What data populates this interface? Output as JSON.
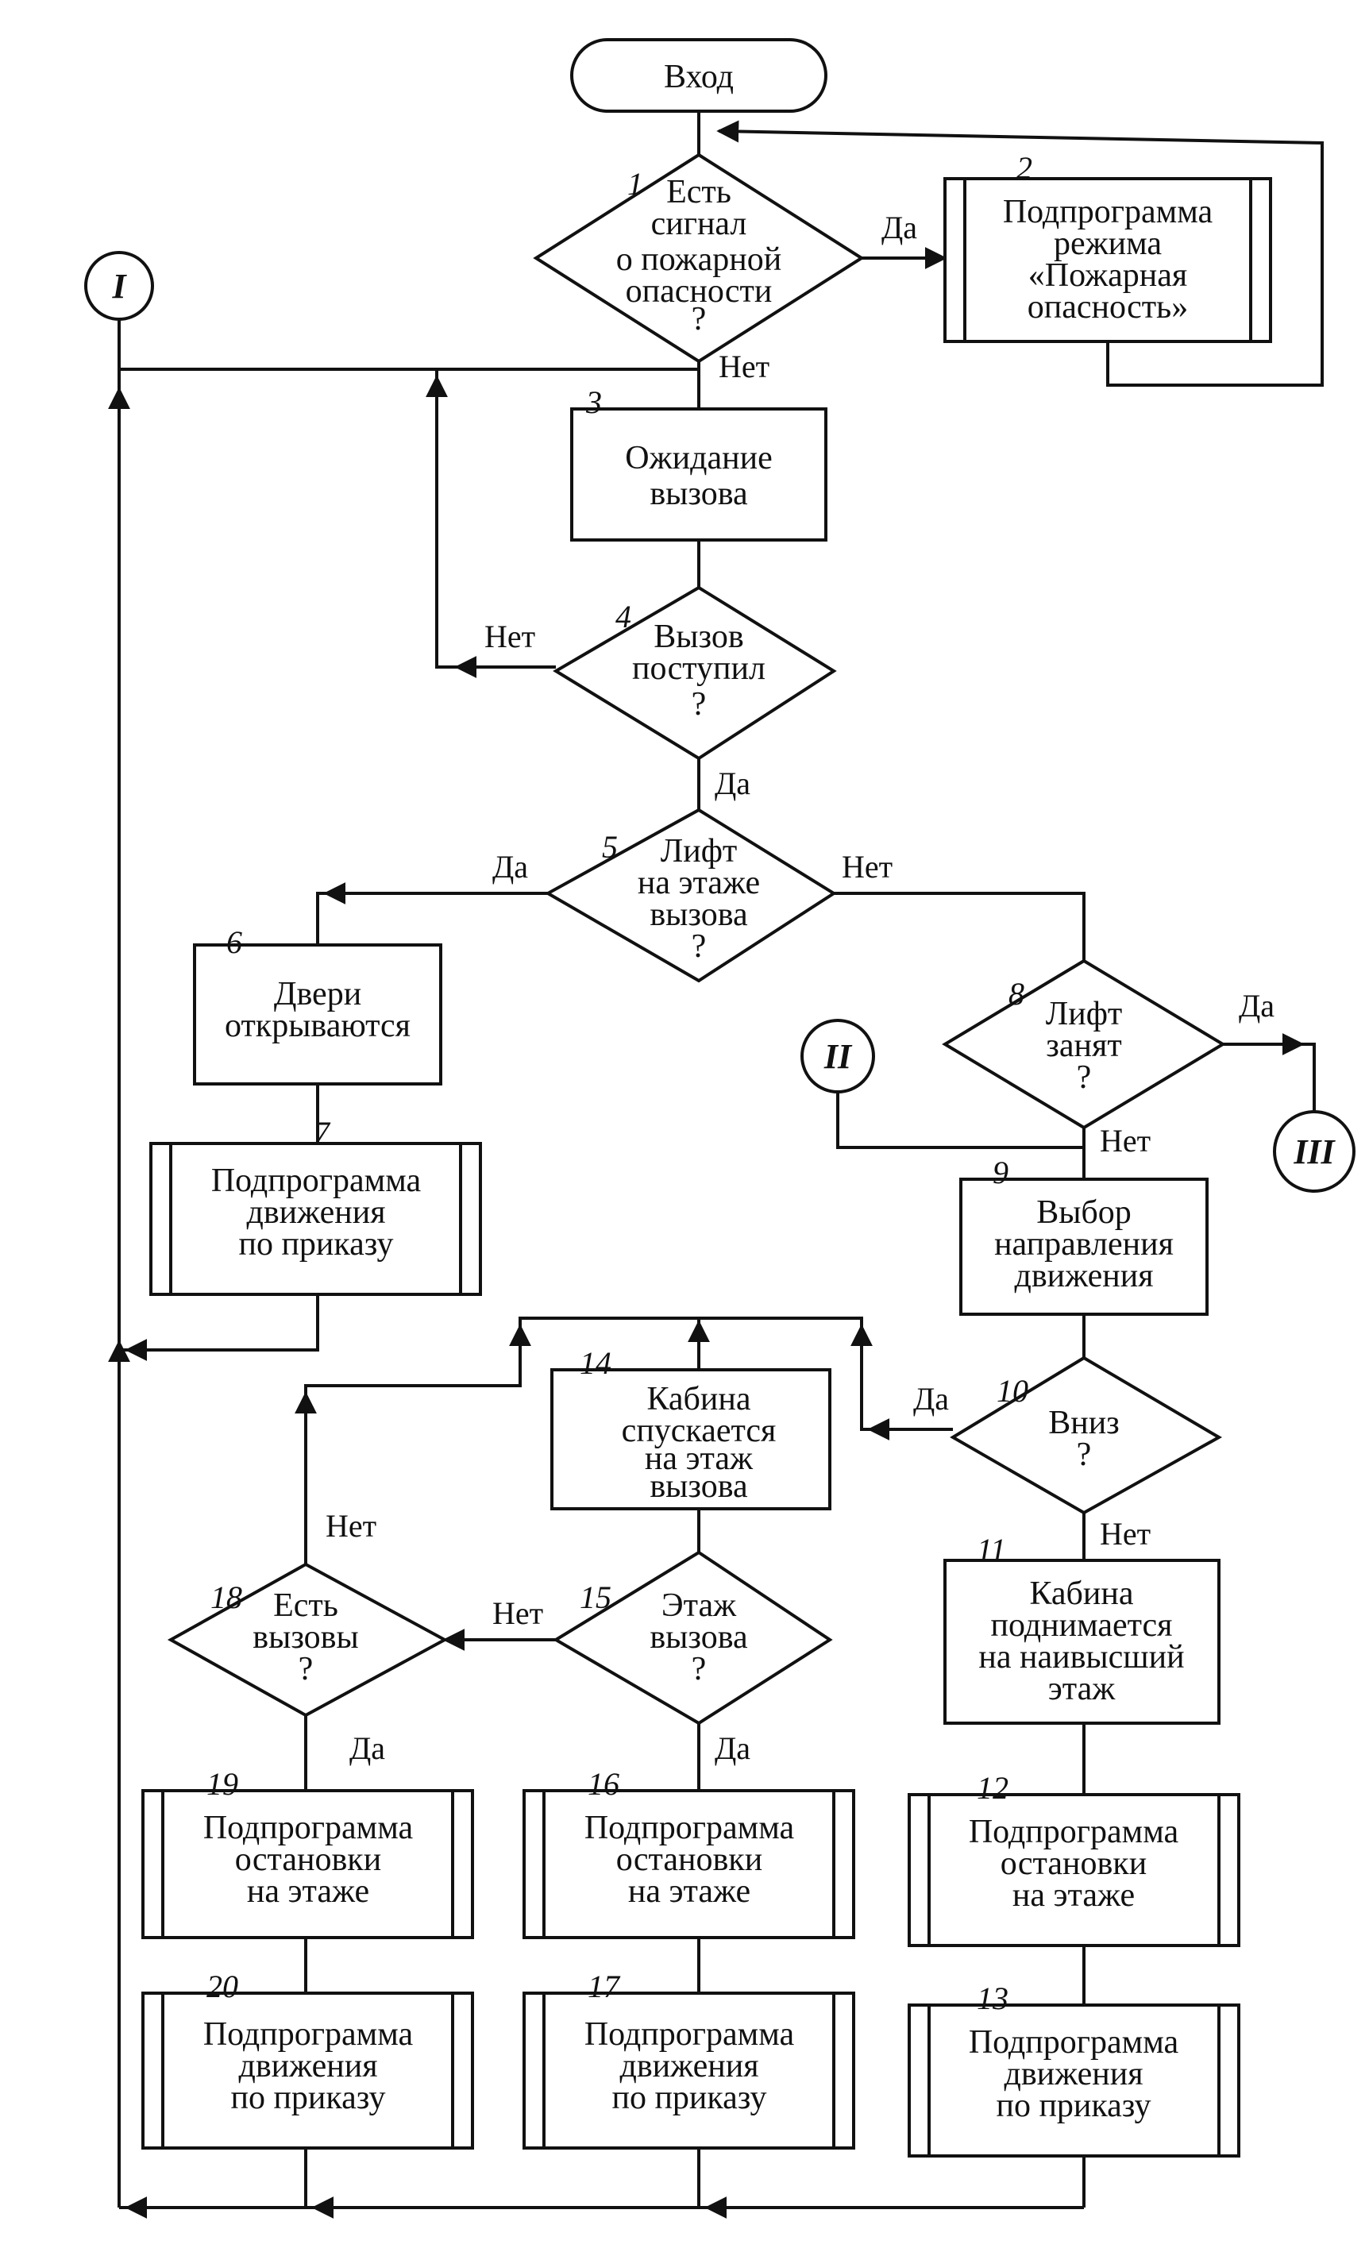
{
  "nodes": {
    "start": {
      "lines": [
        "Вход"
      ]
    },
    "b1": {
      "num": "1",
      "lines": [
        "Есть",
        "сигнал",
        "о пожарной",
        "опасности",
        "?"
      ]
    },
    "b2": {
      "num": "2",
      "lines": [
        "Подпрограмма",
        "режима",
        "«Пожарная",
        "опасность»"
      ]
    },
    "b3": {
      "num": "3",
      "lines": [
        "Ожидание",
        "вызова"
      ]
    },
    "b4": {
      "num": "4",
      "lines": [
        "Вызов",
        "поступил",
        "?"
      ]
    },
    "b5": {
      "num": "5",
      "lines": [
        "Лифт",
        "на этаже",
        "вызова",
        "?"
      ]
    },
    "b6": {
      "num": "6",
      "lines": [
        "Двери",
        "открываются"
      ]
    },
    "b7": {
      "num": "7",
      "lines": [
        "Подпрограмма",
        "движения",
        "по приказу"
      ]
    },
    "b8": {
      "num": "8",
      "lines": [
        "Лифт",
        "занят",
        "?"
      ]
    },
    "b9": {
      "num": "9",
      "lines": [
        "Выбор",
        "направления",
        "движения"
      ]
    },
    "b10": {
      "num": "10",
      "lines": [
        "Вниз",
        "?"
      ]
    },
    "b11": {
      "num": "11",
      "lines": [
        "Кабина",
        "поднимается",
        "на наивысший",
        "этаж"
      ]
    },
    "b12": {
      "num": "12",
      "lines": [
        "Подпрограмма",
        "остановки",
        "на этаже"
      ]
    },
    "b13": {
      "num": "13",
      "lines": [
        "Подпрограмма",
        "движения",
        "по приказу"
      ]
    },
    "b14": {
      "num": "14",
      "lines": [
        "Кабина",
        "спускается",
        "на этаж",
        "вызова"
      ]
    },
    "b15": {
      "num": "15",
      "lines": [
        "Этаж",
        "вызова",
        "?"
      ]
    },
    "b16": {
      "num": "16",
      "lines": [
        "Подпрограмма",
        "остановки",
        "на этаже"
      ]
    },
    "b17": {
      "num": "17",
      "lines": [
        "Подпрограмма",
        "движения",
        "по приказу"
      ]
    },
    "b18": {
      "num": "18",
      "lines": [
        "Есть",
        "вызовы",
        "?"
      ]
    },
    "b19": {
      "num": "19",
      "lines": [
        "Подпрограмма",
        "остановки",
        "на этаже"
      ]
    },
    "b20": {
      "num": "20",
      "lines": [
        "Подпрограмма",
        "движения",
        "по приказу"
      ]
    }
  },
  "connectors": {
    "c1": "I",
    "c2": "II",
    "c3": "III"
  },
  "labels": {
    "yes": "Да",
    "no": "Нет"
  }
}
